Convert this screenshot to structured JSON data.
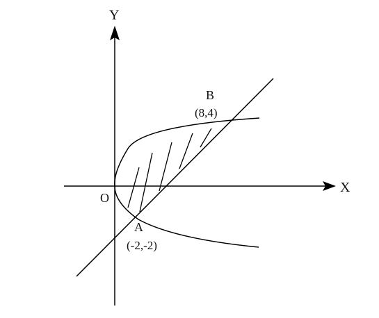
{
  "labels": {
    "y_axis": "Y",
    "x_axis": "X",
    "origin": "O",
    "point_b": "B",
    "point_b_coords": "(8,4)",
    "point_a": "A",
    "point_a_coords": "(-2,-2)"
  }
}
